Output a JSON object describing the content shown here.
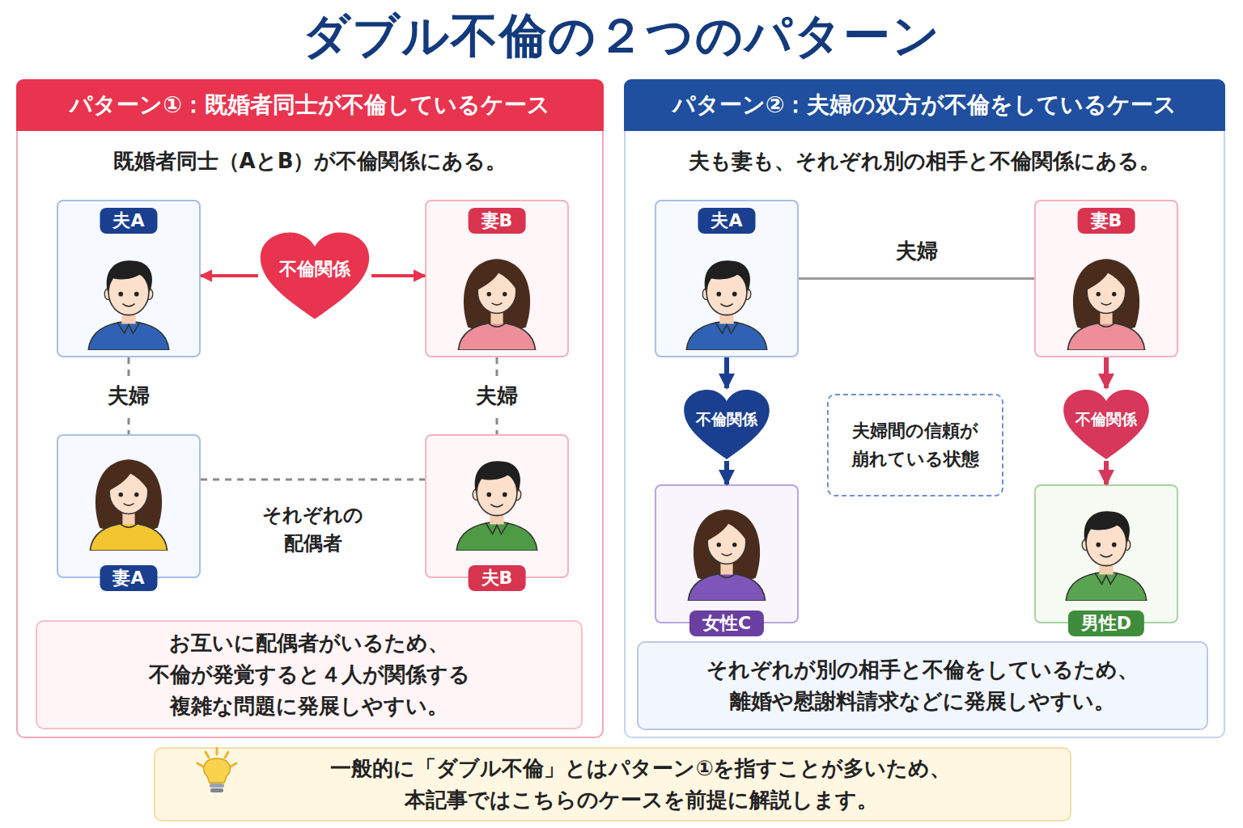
{
  "diagram": {
    "title": "ダブル不倫の２つのパターン",
    "nodes": [
      {
        "text": [
          "パターン①：既婚者同士が不倫しているケース",
          "既婚者同士（AとB）が不倫関係にある。"
        ]
      },
      {
        "text": [
          "夫A"
        ],
        "in": 0
      },
      {
        "text": [
          "不倫関係"
        ],
        "in": 0
      },
      {
        "text": [
          "妻B"
        ],
        "in": 0
      },
      {
        "text": [
          "妻A"
        ],
        "in": 0
      },
      {
        "text": [
          "夫B"
        ],
        "in": 0
      },
      {
        "text": [
          "お互いに配偶者がいるため、 不倫が発覚すると４人が関係する 複雑な問題に発展しやすい。"
        ],
        "in": 0
      },
      {
        "text": [
          "パターン②：夫婦の双方が不倫をしているケース",
          "夫も妻も、それぞれ別の相手と不倫関係にある。"
        ]
      },
      {
        "text": [
          "夫A"
        ],
        "in": 7
      },
      {
        "text": [
          "妻B"
        ],
        "in": 7
      },
      {
        "text": [
          "不倫関係"
        ],
        "in": 7
      },
      {
        "text": [
          "夫婦間の信頼が 崩れている状態"
        ],
        "in": 7
      },
      {
        "text": [
          "不倫関係"
        ],
        "in": 7
      },
      {
        "text": [
          "女性C"
        ],
        "in": 7
      },
      {
        "text": [
          "男性D"
        ],
        "in": 7
      },
      {
        "text": [
          "それぞれが別の相手と不倫をしているため、 離婚や慰謝料請求などに発展しやすい。"
        ],
        "in": 7
      },
      {
        "text": [
          "一般的に「ダブル不倫」とはパターン①を指すことが多いため、 本記事ではこちらのケースを前提に解説します。"
        ]
      }
    ],
    "edges": [
      {
        "from": 2,
        "to": 1,
        "arrow": "to"
      },
      {
        "from": 2,
        "to": 3,
        "arrow": "to"
      },
      {
        "from": 1,
        "to": 4,
        "label": "夫婦",
        "arrow": "none"
      },
      {
        "from": 3,
        "to": 5,
        "label": "夫婦",
        "arrow": "none"
      },
      {
        "from": 4,
        "to": 5,
        "label": "それぞれの 配偶者",
        "arrow": "none"
      },
      {
        "from": 8,
        "to": 9,
        "label": "夫婦",
        "arrow": "none"
      },
      {
        "from": 8,
        "to": 10,
        "arrow": "to"
      },
      {
        "from": 10,
        "to": 13,
        "arrow": "to"
      },
      {
        "from": 9,
        "to": 12,
        "arrow": "to"
      },
      {
        "from": 12,
        "to": 14,
        "arrow": "to"
      }
    ]
  }
}
